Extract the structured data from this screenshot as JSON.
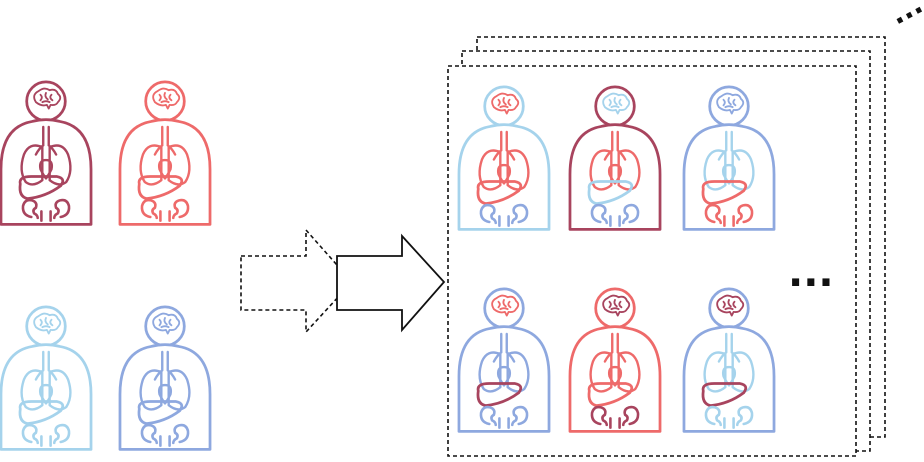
{
  "palette": {
    "crimson": "#a8445e",
    "coral": "#ee6a6a",
    "sky": "#a5d3ec",
    "periwinkle": "#8ea8df"
  },
  "source_figures": [
    {
      "name": "source-figure-crimson",
      "body": "crimson",
      "head": "crimson",
      "brain": "crimson",
      "lungs": "crimson",
      "heart": "crimson",
      "liver": "crimson",
      "kidneys": "crimson"
    },
    {
      "name": "source-figure-coral",
      "body": "coral",
      "head": "coral",
      "brain": "coral",
      "lungs": "coral",
      "heart": "coral",
      "liver": "coral",
      "kidneys": "coral"
    },
    {
      "name": "source-figure-sky",
      "body": "sky",
      "head": "sky",
      "brain": "sky",
      "lungs": "sky",
      "heart": "sky",
      "liver": "sky",
      "kidneys": "sky"
    },
    {
      "name": "source-figure-periwinkle",
      "body": "periwinkle",
      "head": "periwinkle",
      "brain": "periwinkle",
      "lungs": "periwinkle",
      "heart": "periwinkle",
      "liver": "periwinkle",
      "kidneys": "periwinkle"
    }
  ],
  "augmented_figures": [
    {
      "name": "mixed-figure-1",
      "body": "sky",
      "head": "sky",
      "brain": "coral",
      "lungs": "coral",
      "heart": "coral",
      "liver": "coral",
      "kidneys": "periwinkle"
    },
    {
      "name": "mixed-figure-2",
      "body": "crimson",
      "head": "crimson",
      "brain": "sky",
      "lungs": "coral",
      "heart": "coral",
      "liver": "sky",
      "kidneys": "periwinkle"
    },
    {
      "name": "mixed-figure-3",
      "body": "periwinkle",
      "head": "periwinkle",
      "brain": "periwinkle",
      "lungs": "sky",
      "heart": "sky",
      "liver": "coral",
      "kidneys": "coral"
    },
    {
      "name": "mixed-figure-4",
      "body": "periwinkle",
      "head": "periwinkle",
      "brain": "coral",
      "lungs": "periwinkle",
      "heart": "periwinkle",
      "liver": "crimson",
      "kidneys": "periwinkle"
    },
    {
      "name": "mixed-figure-5",
      "body": "coral",
      "head": "coral",
      "brain": "crimson",
      "lungs": "coral",
      "heart": "coral",
      "liver": "coral",
      "kidneys": "crimson"
    },
    {
      "name": "mixed-figure-6",
      "body": "periwinkle",
      "head": "periwinkle",
      "brain": "crimson",
      "lungs": "sky",
      "heart": "sky",
      "liver": "crimson",
      "kidneys": "sky"
    }
  ],
  "continuation_marker": "...",
  "stack_continuation_marker": "..."
}
